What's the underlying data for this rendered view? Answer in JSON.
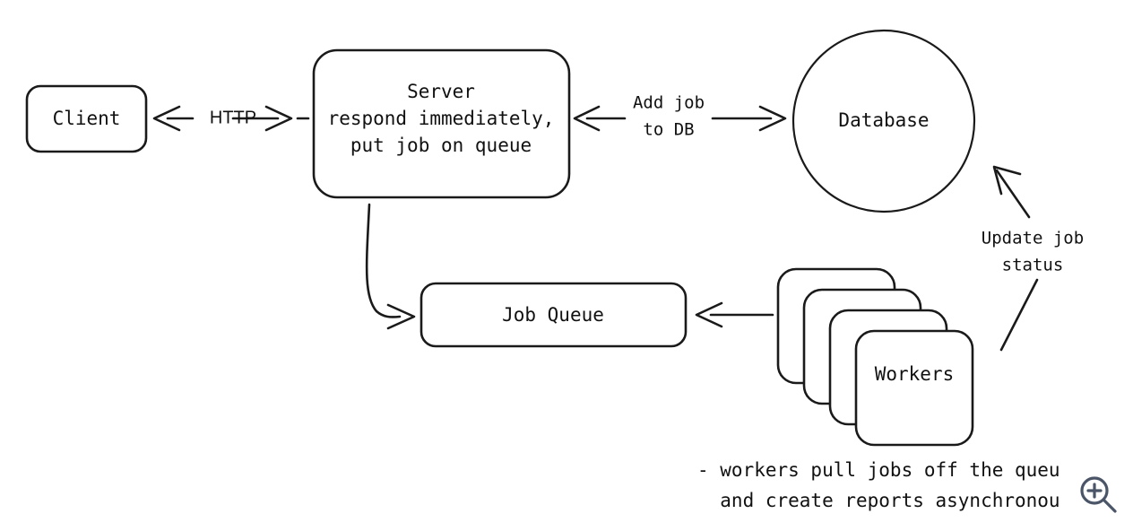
{
  "diagram": {
    "title": "Asynchronous job processing architecture",
    "background_color": "#ffffff",
    "stroke_color": "#1a1a1a",
    "nodes": {
      "client": {
        "label": "Client",
        "shape": "rounded-rectangle"
      },
      "server": {
        "label_line1": "Server",
        "label_line2": "respond immediately,",
        "label_line3": "put job on queue",
        "shape": "rounded-rectangle"
      },
      "database": {
        "label": "Database",
        "shape": "circle"
      },
      "job_queue": {
        "label": "Job Queue",
        "shape": "rounded-rectangle"
      },
      "workers": {
        "label": "Workers",
        "shape": "stacked-cards",
        "card_count": 4
      }
    },
    "edges": {
      "client_server": {
        "label": "HTTP",
        "direction": "bidirectional"
      },
      "server_database": {
        "label_line1": "Add job",
        "label_line2": "to DB",
        "direction": "bidirectional"
      },
      "server_queue": {
        "label": "",
        "direction": "server-to-queue"
      },
      "workers_queue": {
        "label": "",
        "direction": "workers-to-queue"
      },
      "workers_database": {
        "label_line1": "Update job",
        "label_line2": "status",
        "direction": "workers-to-database"
      }
    },
    "note": {
      "line1": "- workers pull jobs off the queu",
      "line2": "  and create reports asynchronou"
    },
    "cursor": {
      "icon": "zoom-in-magnifier-icon",
      "color": "#4a5568"
    }
  }
}
